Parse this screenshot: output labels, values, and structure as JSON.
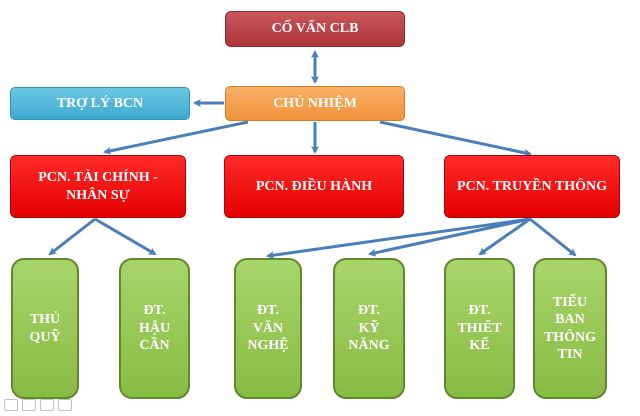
{
  "advisor": {
    "label": "CỐ VẤN CLB"
  },
  "assistant": {
    "label": "TRỢ LÝ BCN"
  },
  "chair": {
    "label": "CHỦ NHIỆM"
  },
  "vice_chairs": [
    {
      "label": "PCN. TÀI CHÍNH - NHÂN SỰ"
    },
    {
      "label": "PCN. ĐIỀU HÀNH"
    },
    {
      "label": "PCN. TRUYỀN THÔNG"
    }
  ],
  "teams": [
    {
      "label": "THỦ\nQUỸ"
    },
    {
      "label": "ĐT.\nHẬU\nCẦN"
    },
    {
      "label": "ĐT.\nVĂN\nNGHỆ"
    },
    {
      "label": "ĐT.\nKỸ\nNĂNG"
    },
    {
      "label": "ĐT.\nTHIẾT\nKẾ"
    },
    {
      "label": "TIỂU\nBAN\nTHÔNG\nTIN"
    }
  ],
  "colors": {
    "advisor": "#b83c3e",
    "assistant": "#4bb4d8",
    "chair": "#f59d4a",
    "vice": "#ff0000",
    "team": "#92c44f",
    "arrow": "#4a7eb8"
  }
}
